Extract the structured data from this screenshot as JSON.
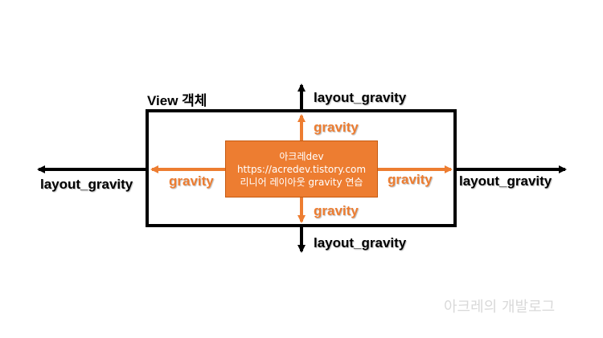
{
  "view_title": "View 객체",
  "layout_gravity_labels": {
    "top": "layout_gravity",
    "bottom": "layout_gravity",
    "left": "layout_gravity",
    "right": "layout_gravity"
  },
  "gravity_labels": {
    "top": "gravity",
    "bottom": "gravity",
    "left": "gravity",
    "right": "gravity"
  },
  "center_box": {
    "line1": "아크레dev",
    "line2": "https://acredev.tistory.com",
    "line3": "리니어 레이아웃 gravity 연습"
  },
  "watermark": "아크레의 개발로그",
  "colors": {
    "accent": "#ed7d31",
    "line": "#000000",
    "watermark": "#d9d9d9"
  }
}
